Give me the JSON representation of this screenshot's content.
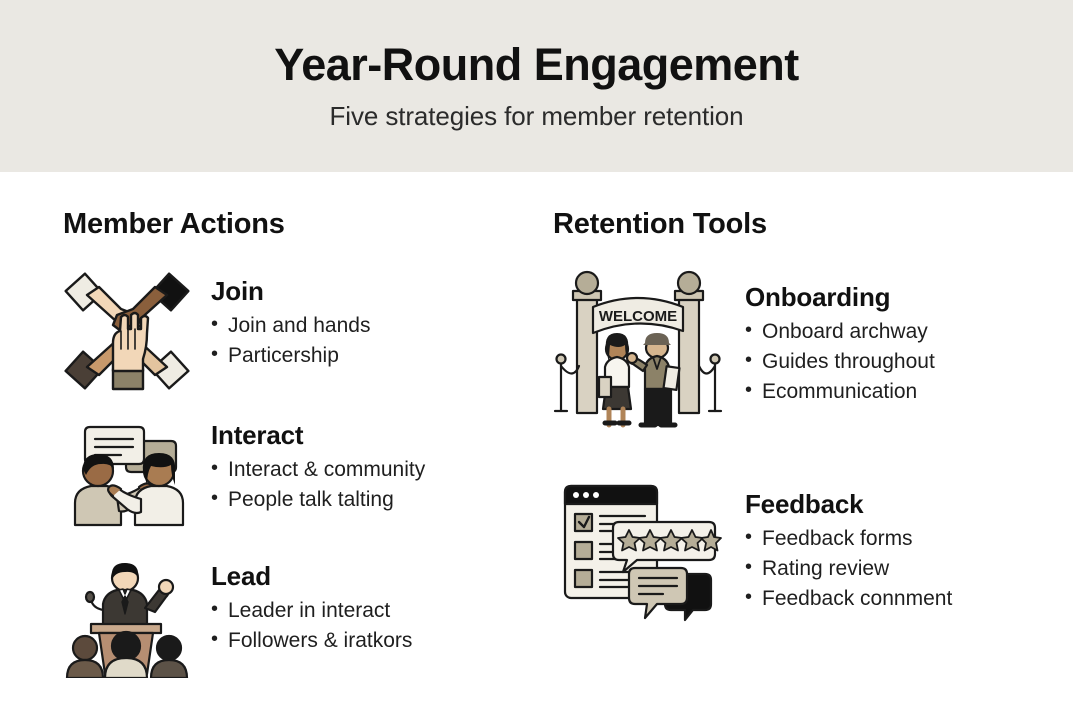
{
  "header": {
    "title": "Year-Round Engagement",
    "subtitle": "Five strategies for member retention",
    "background_color": "#eae8e3"
  },
  "palette": {
    "page_background": "#ffffff",
    "text": "#111111",
    "outline": "#1a1a1a",
    "tan": "#b5ad97",
    "light_tan": "#d9d2c2",
    "cream": "#efece3",
    "dark_brown": "#4a3f36",
    "skin_light": "#f2d7b8",
    "skin_mid": "#c8996b",
    "skin_dark": "#8a5f3c"
  },
  "columns": [
    {
      "heading": "Member Actions",
      "items": [
        {
          "icon": "joined-hands-icon",
          "title": "Join",
          "bullets": [
            "Join and hands",
            "Particership"
          ]
        },
        {
          "icon": "two-people-talking-icon",
          "title": "Interact",
          "bullets": [
            "Interact & community",
            "People talk talting"
          ]
        },
        {
          "icon": "speaker-at-podium-icon",
          "title": "Lead",
          "bullets": [
            "Leader in interact",
            "Followers & iratkors"
          ]
        }
      ]
    },
    {
      "heading": "Retention Tools",
      "items": [
        {
          "icon": "welcome-archway-icon",
          "icon_label": "WELCOME",
          "title": "Onboarding",
          "bullets": [
            "Onboard archway",
            "Guides throughout",
            "Ecommunication"
          ]
        },
        {
          "icon": "feedback-form-rating-icon",
          "title": "Feedback",
          "bullets": [
            "Feedback forms",
            "Rating review",
            "Feedback connment"
          ]
        }
      ]
    }
  ]
}
